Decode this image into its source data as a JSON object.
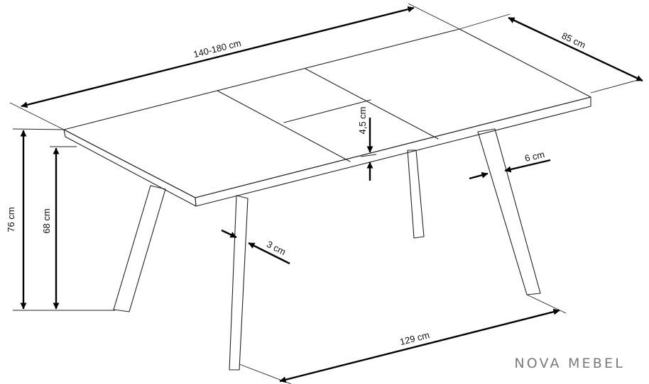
{
  "dimensions": {
    "length": "140-180 cm",
    "depth": "85 cm",
    "height": "76 cm",
    "clearance": "68 cm",
    "top_thickness": "4,5 cm",
    "leg_width": "6 cm",
    "leg_thickness": "3 cm",
    "leg_span": "129 cm"
  },
  "brand": "NOVA MEBEL"
}
